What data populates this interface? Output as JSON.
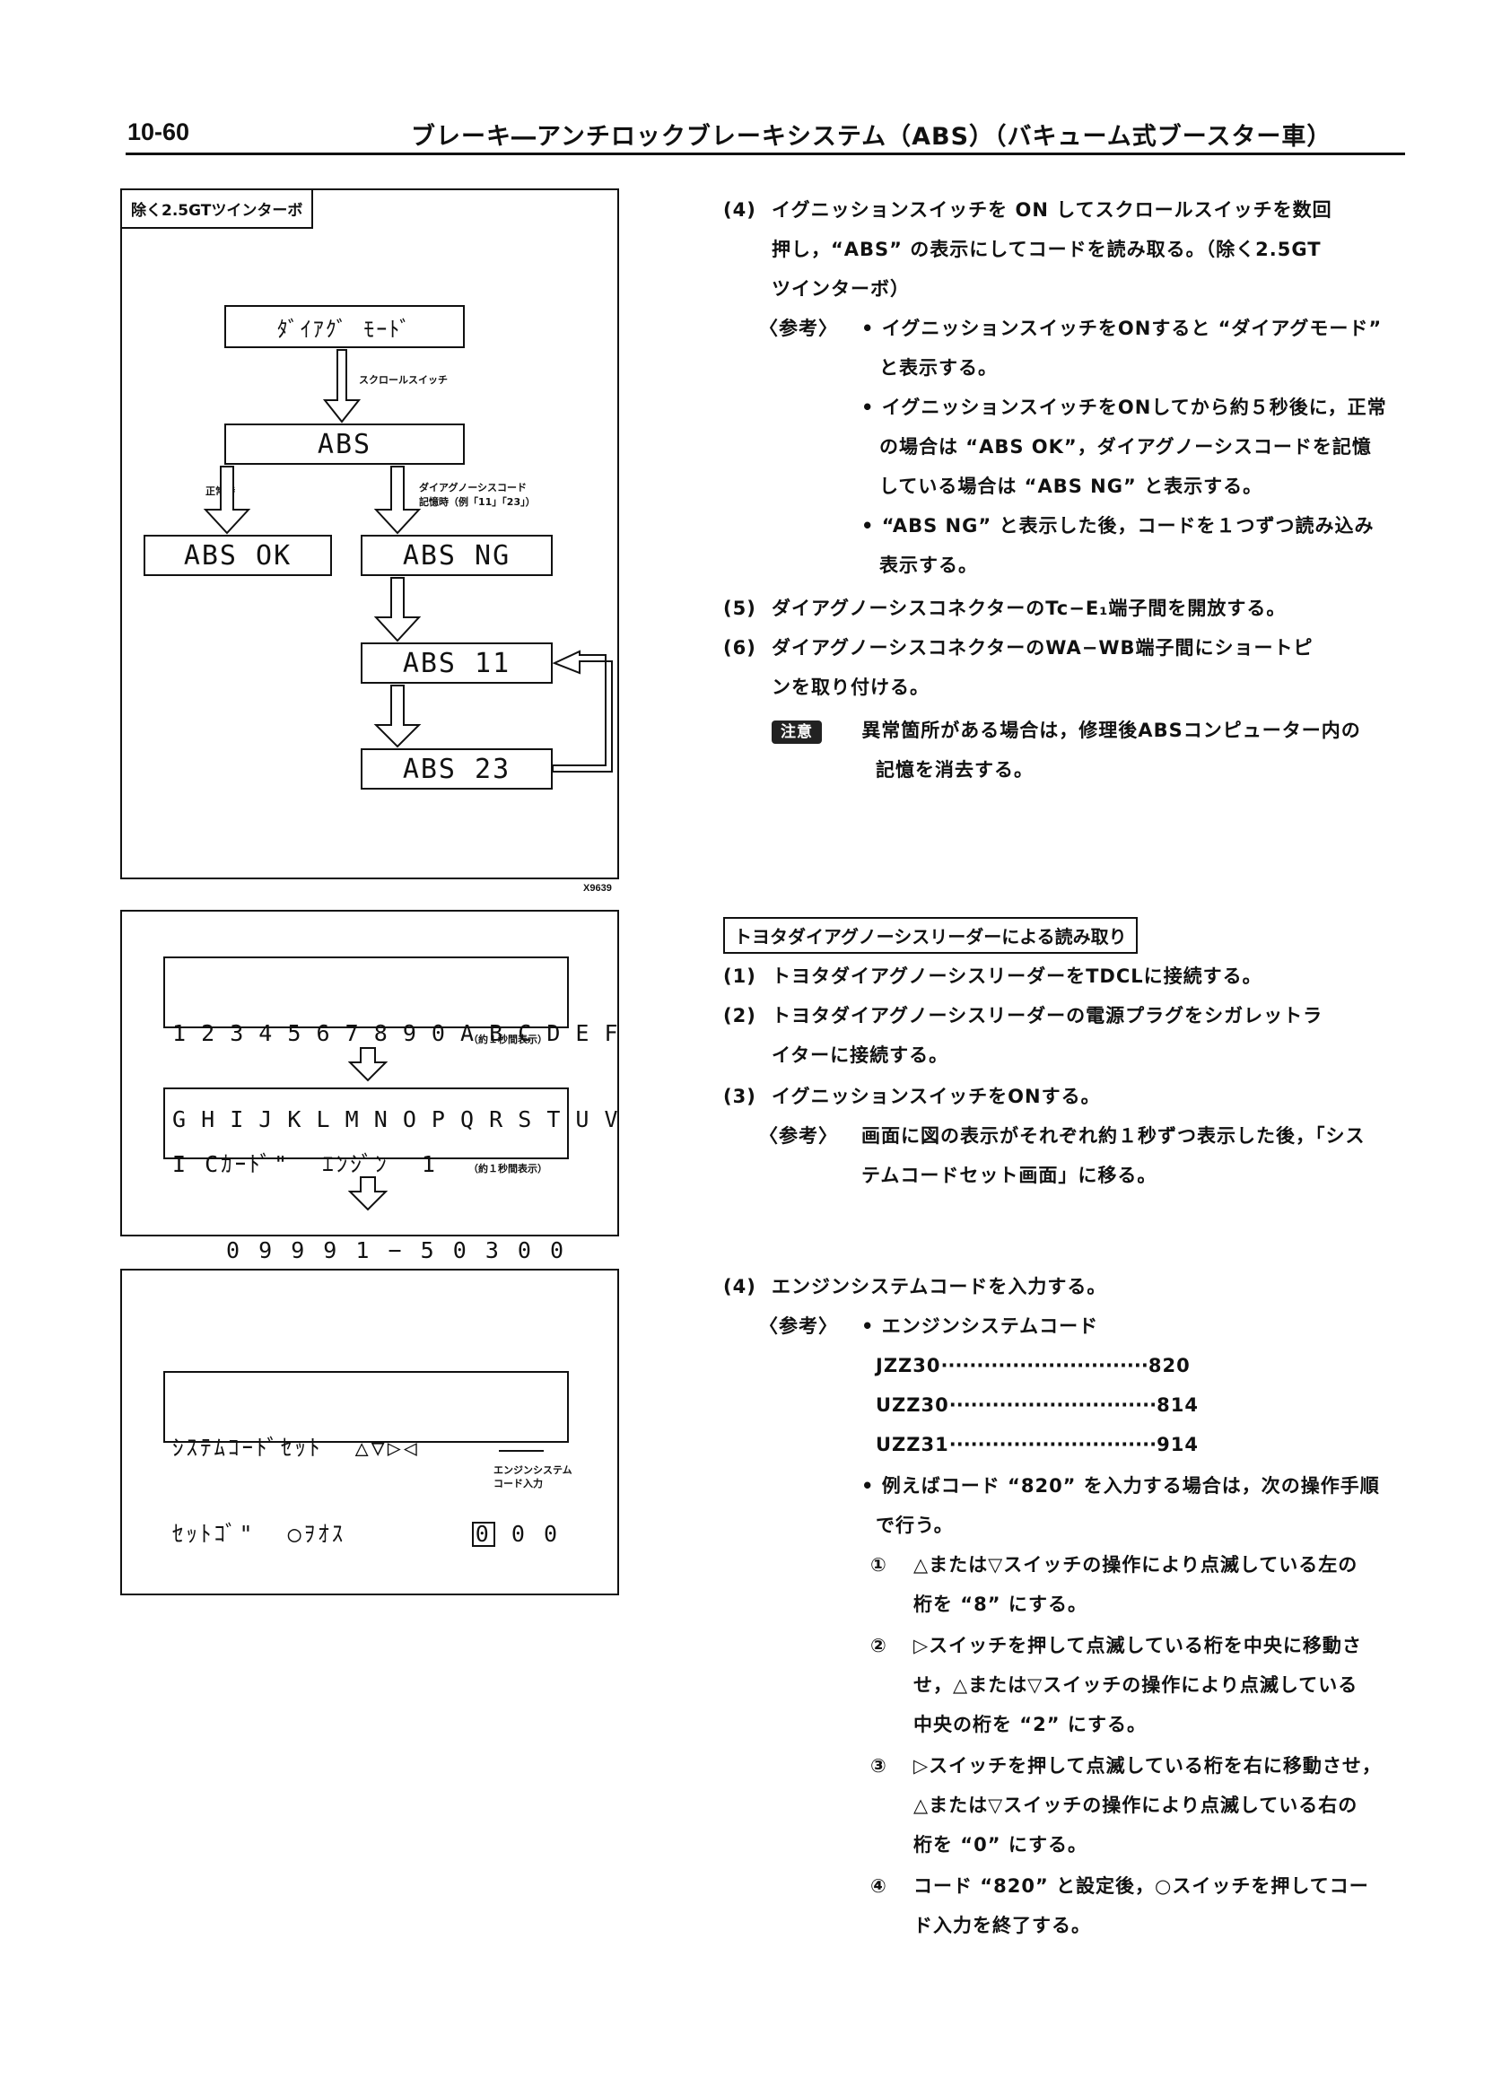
{
  "header": {
    "page_number": "10-60",
    "title": "ブレーキ―アンチロックブレーキシステム（ABS）（バキューム式ブースター車）"
  },
  "fig1": {
    "tag": "除く2.5GTツインターボ",
    "diag_mode": "ﾀﾞｲｱｸﾞ ﾓｰﾄﾞ",
    "scroll_switch": "スクロールスイッチ",
    "abs": "ABS",
    "normal": "正常時",
    "memory_line1": "ダイアグノーシスコード",
    "memory_line2": "記憶時（例「11」「23」）",
    "abs_ok": "ABS OK",
    "abs_ng": "ABS NG",
    "abs_11": "ABS 11",
    "abs_23": "ABS 23",
    "id": "X9639"
  },
  "fig2": {
    "lcd1_line1": "1 2 3 4 5 6 7 8 9 0 A B C D E F",
    "lcd1_line2": "G H I J K L M N O P Q R S T U V",
    "note1": "（約１秒間表示）",
    "lcd2_line1": "I Cｶｰﾄﾞ\"  ｴﾝｼﾞﾝ  1",
    "lcd2_line2": "0 9 9 9 1 − 5 0 3 0 0",
    "note2": "（約１秒間表示）"
  },
  "fig3": {
    "lcd_line1": "ｼｽﾃﾑｺｰﾄﾞｾｯﾄ  △▽▷◁",
    "lcd_line2_left": "ｾｯﾄｺﾞ\"  ○ｦｵｽ",
    "digit_boxed": "0",
    "digits_rest": "0 0",
    "caption_line1": "エンジンシステム",
    "caption_line2": "コード入力"
  },
  "right": {
    "s4": {
      "num": "(4)",
      "line1": "イグニッションスイッチを ON してスクロールスイッチを数回",
      "line2": "押し，“ABS” の表示にしてコードを読み取る。（除く2.5GT",
      "line3": "ツインターボ）"
    },
    "ref_label": "〈参考〉",
    "ref1_line1": "• イグニッションスイッチをONすると “ダイアグモード”",
    "ref1_line2": "と表示する。",
    "ref2_line1": "• イグニッションスイッチをONしてから約５秒後に，正常",
    "ref2_line2": "の場合は “ABS  OK”，ダイアグノーシスコードを記憶",
    "ref2_line3": "している場合は “ABS  NG” と表示する。",
    "ref3_line1": "• “ABS  NG” と表示した後，コードを１つずつ読み込み",
    "ref3_line2": "表示する。",
    "s5": {
      "num": "(5)",
      "text": "ダイアグノーシスコネクターのTc−E₁端子間を開放する。"
    },
    "s6": {
      "num": "(6)",
      "line1": "ダイアグノーシスコネクターのWA−WB端子間にショートピ",
      "line2": "ンを取り付ける。"
    },
    "caution_label": "注意",
    "caution_line1": "異常箇所がある場合は，修理後ABSコンピューター内の",
    "caution_line2": "記憶を消去する。",
    "section_title": "トヨタダイアグノーシスリーダーによる読み取り",
    "r1": {
      "num": "(1)",
      "text": "トヨタダイアグノーシスリーダーをTDCLに接続する。"
    },
    "r2": {
      "num": "(2)",
      "line1": "トヨタダイアグノーシスリーダーの電源プラグをシガレットラ",
      "line2": "イターに接続する。"
    },
    "r3": {
      "num": "(3)",
      "text": "イグニッションスイッチをONする。"
    },
    "r3_ref_line1": "画面に図の表示がそれぞれ約１秒ずつ表示した後，「シス",
    "r3_ref_line2": "テムコードセット画面」に移る。",
    "r4": {
      "num": "(4)",
      "text": "エンジンシステムコードを入力する。"
    },
    "r4_ref_head": "• エンジンシステムコード",
    "codes": [
      {
        "model": "JZZ30",
        "dots": "·····························",
        "code": "820"
      },
      {
        "model": "UZZ30",
        "dots": "·····························",
        "code": "814"
      },
      {
        "model": "UZZ31",
        "dots": "·····························",
        "code": "914"
      }
    ],
    "example_line1": "• 例えばコード “820” を入力する場合は，次の操作手順",
    "example_line2": "で行う。",
    "step1": {
      "mark": "①",
      "line1": "△または▽スイッチの操作により点滅している左の",
      "line2": "桁を “8” にする。"
    },
    "step2": {
      "mark": "②",
      "line1": "▷スイッチを押して点滅している桁を中央に移動さ",
      "line2": "せ，△または▽スイッチの操作により点滅している",
      "line3": "中央の桁を “2” にする。"
    },
    "step3": {
      "mark": "③",
      "line1": "▷スイッチを押して点滅している桁を右に移動させ，",
      "line2": "△または▽スイッチの操作により点滅している右の",
      "line3": "桁を “0” にする。"
    },
    "step4": {
      "mark": "④",
      "line1": "コード “820” と設定後，○スイッチを押してコー",
      "line2": "ド入力を終了する。"
    }
  }
}
